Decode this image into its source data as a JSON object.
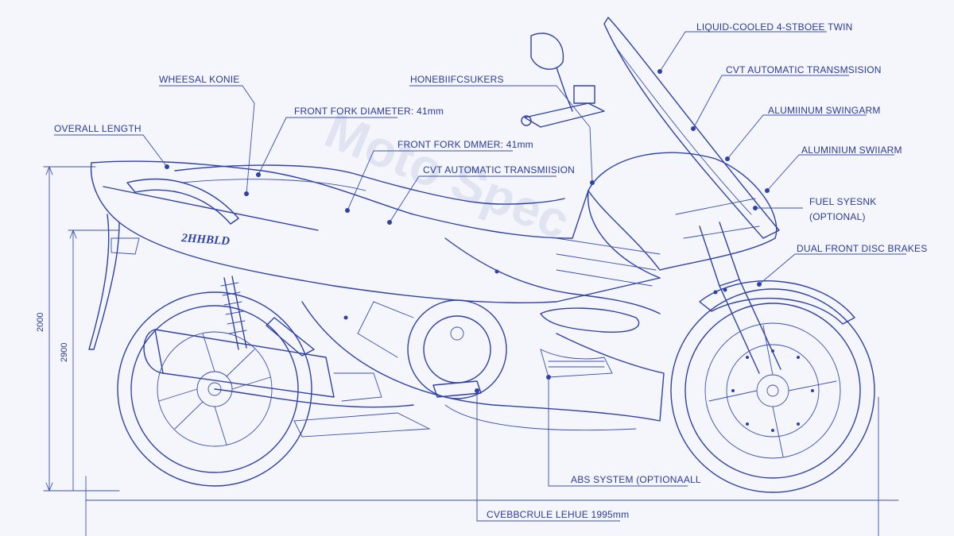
{
  "watermark": "Moto Spec",
  "tank_badge": "2HHBLD",
  "callouts": {
    "engine": "LIQUID-COOLED 4-STBOEE TWIN",
    "cvt_right": "CVT AUTOMATIC TRANSMSISION",
    "swingarm_1": "ALUMIINUM SWINGARM",
    "swingarm_2": "ALUMINIUM SWIIARM",
    "fuel_line1": "FUEL SYESNK",
    "fuel_line2": "(OPTIONAL)",
    "brakes": "DUAL FRONT DISC BRAKES",
    "handlebars": "HONEBIIFCSUKERS",
    "wheelbase_top": "WHEESAL KONIE",
    "fork_1": "FRONT FORK DIAMETER: 41mm",
    "fork_2": "FRONT FORK DMMER: 41mm",
    "cvt_center": "CVT AUTOMATIC TRANSMIISION",
    "overall_length": "OVERALL LENGTH",
    "abs": "ABS SYSTEM (OPTIONAALL",
    "overall_bottom": "CVEBBCRULE LEHUE 1995mm"
  },
  "dimensions": {
    "outer": "2000",
    "inner": "2900"
  }
}
